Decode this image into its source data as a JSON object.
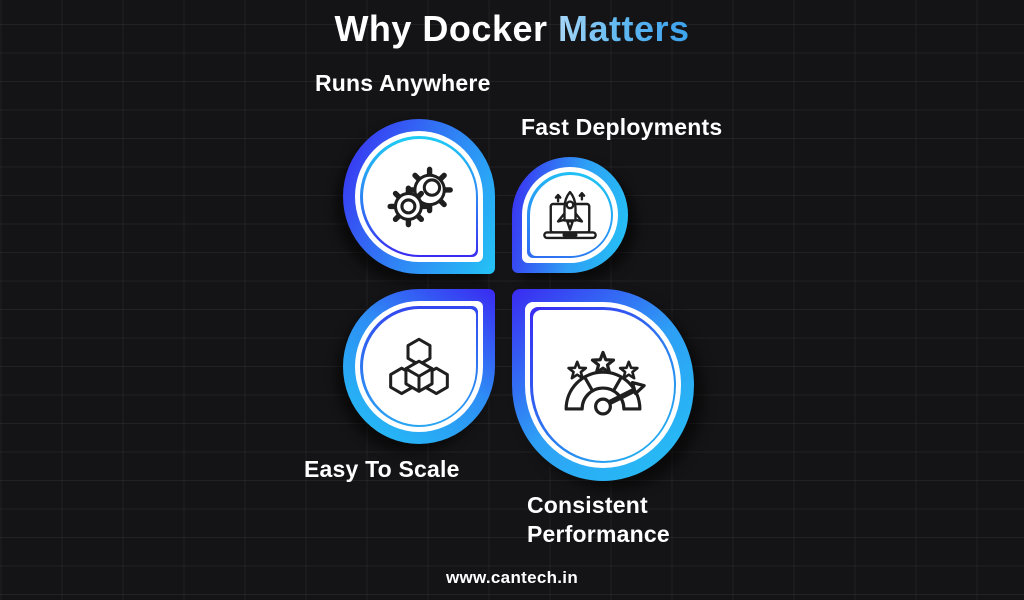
{
  "title": {
    "main": "Why Docker",
    "accent": "Matters"
  },
  "petals": [
    {
      "id": "runs-anywhere",
      "label": "Runs Anywhere",
      "icon": "gears-icon"
    },
    {
      "id": "fast-deployments",
      "label": "Fast Deployments",
      "icon": "rocket-laptop-icon"
    },
    {
      "id": "easy-to-scale",
      "label": "Easy To Scale",
      "icon": "cube-modules-icon"
    },
    {
      "id": "consistent-performance",
      "label": "Consistent Performance",
      "icon": "speedometer-stars-icon"
    }
  ],
  "footer": {
    "website": "www.cantech.in"
  },
  "colors": {
    "background": "#141416",
    "grid_line": "rgba(255,255,255,0.055)",
    "title_accent": "#4fb0ef",
    "petal_indigo": "#3a2af2",
    "petal_blue": "#2e9ff5",
    "petal_cyan": "#24c3f5",
    "card_fill": "#ffffff",
    "icon_stroke": "#1f1f1f",
    "text": "#ffffff"
  }
}
